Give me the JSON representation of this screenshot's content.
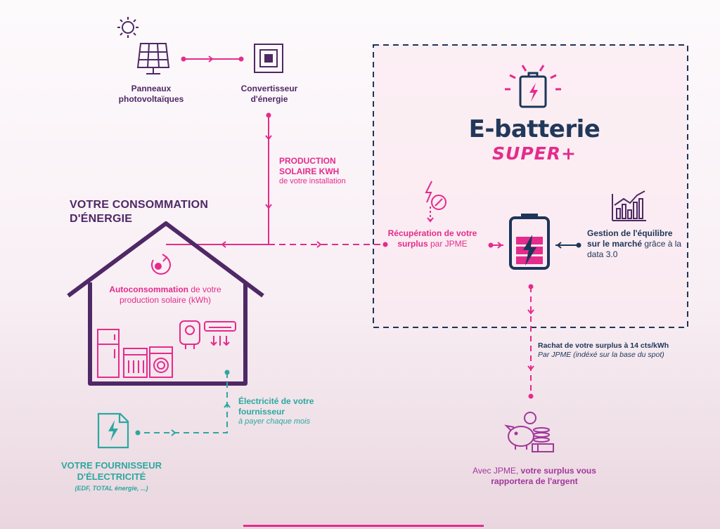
{
  "solar": {
    "panels_label": "Panneaux photovoltaïques",
    "converter_label": "Convertisseur d'énergie",
    "production_title": "PRODUCTION SOLAIRE KWH",
    "production_sub": "de votre installation"
  },
  "home": {
    "title": "VOTRE CONSOMMATION D'ÉNERGIE",
    "autoconsumption_bold": "Autoconsommation",
    "autoconsumption_rest": " de votre production solaire (kWh)"
  },
  "battery": {
    "brand_title": "E-batterie",
    "brand_subtitle": "SUPER+",
    "recovery_line1": "Récupération de votre",
    "recovery_bold": "surplus",
    "recovery_rest": " par JPME",
    "market_bold1": "Gestion de l'équilibre",
    "market_bold2": "sur le marché",
    "market_rest": " grâce à la data 3.0"
  },
  "buyback": {
    "line1": "Rachat de votre surplus à 14 cts/kWh",
    "line2": "Par JPME (indéxé sur la base du spot)"
  },
  "supplier": {
    "electricity_title": "Électricité de votre fournisseur",
    "electricity_sub": "à payer chaque mois",
    "title": "VOTRE FOURNISSEUR D'ÉLECTRICITÉ",
    "examples": "(EDF, TOTAL énergie, ...)"
  },
  "revenue": {
    "prefix": "Avec JPME, ",
    "bold": "votre surplus vous rapportera de l'argent"
  },
  "colors": {
    "purple": "#4f2866",
    "pink": "#e52b8c",
    "teal": "#2ba8a0",
    "navy": "#1c3559"
  }
}
